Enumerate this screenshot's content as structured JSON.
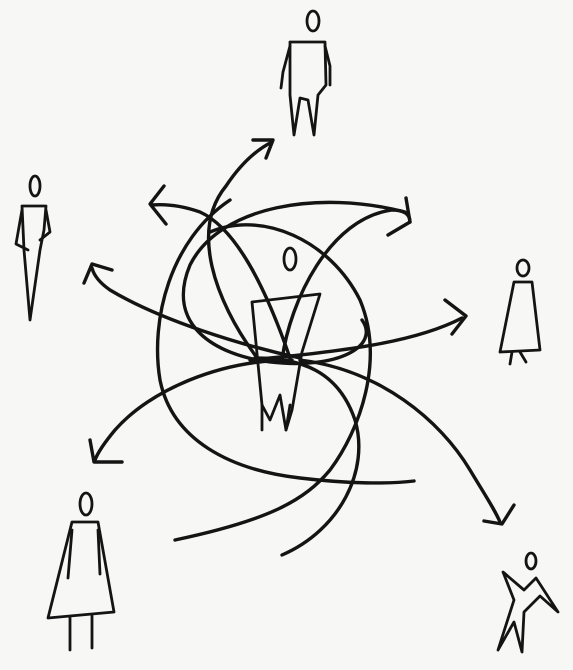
{
  "sketch": {
    "background_color": "#f7f7f5",
    "ink_color": "#141414",
    "figures": [
      {
        "name": "central-figure",
        "icon": "person-trapezoid-icon"
      },
      {
        "name": "top-figure",
        "icon": "person-standing-icon"
      },
      {
        "name": "left-figure",
        "icon": "person-standing-icon"
      },
      {
        "name": "right-figure",
        "icon": "person-dress-icon"
      },
      {
        "name": "bottom-left-figure",
        "icon": "person-dress-icon"
      },
      {
        "name": "bottom-right-figure",
        "icon": "person-walking-icon"
      }
    ],
    "arrows": [
      {
        "name": "arrow-to-top-figure",
        "icon": "curved-arrow-icon"
      },
      {
        "name": "arrow-to-upper-left",
        "icon": "curved-arrow-icon"
      },
      {
        "name": "arrow-to-upper-right",
        "icon": "curved-arrow-icon"
      },
      {
        "name": "arrow-to-left-figure",
        "icon": "curved-arrow-icon"
      },
      {
        "name": "arrow-to-right-figure",
        "icon": "curved-arrow-icon"
      },
      {
        "name": "arrow-to-bottom-left-figure",
        "icon": "curved-arrow-icon"
      },
      {
        "name": "arrow-to-bottom-right-figure",
        "icon": "curved-arrow-icon"
      }
    ],
    "loop_count": 4
  }
}
